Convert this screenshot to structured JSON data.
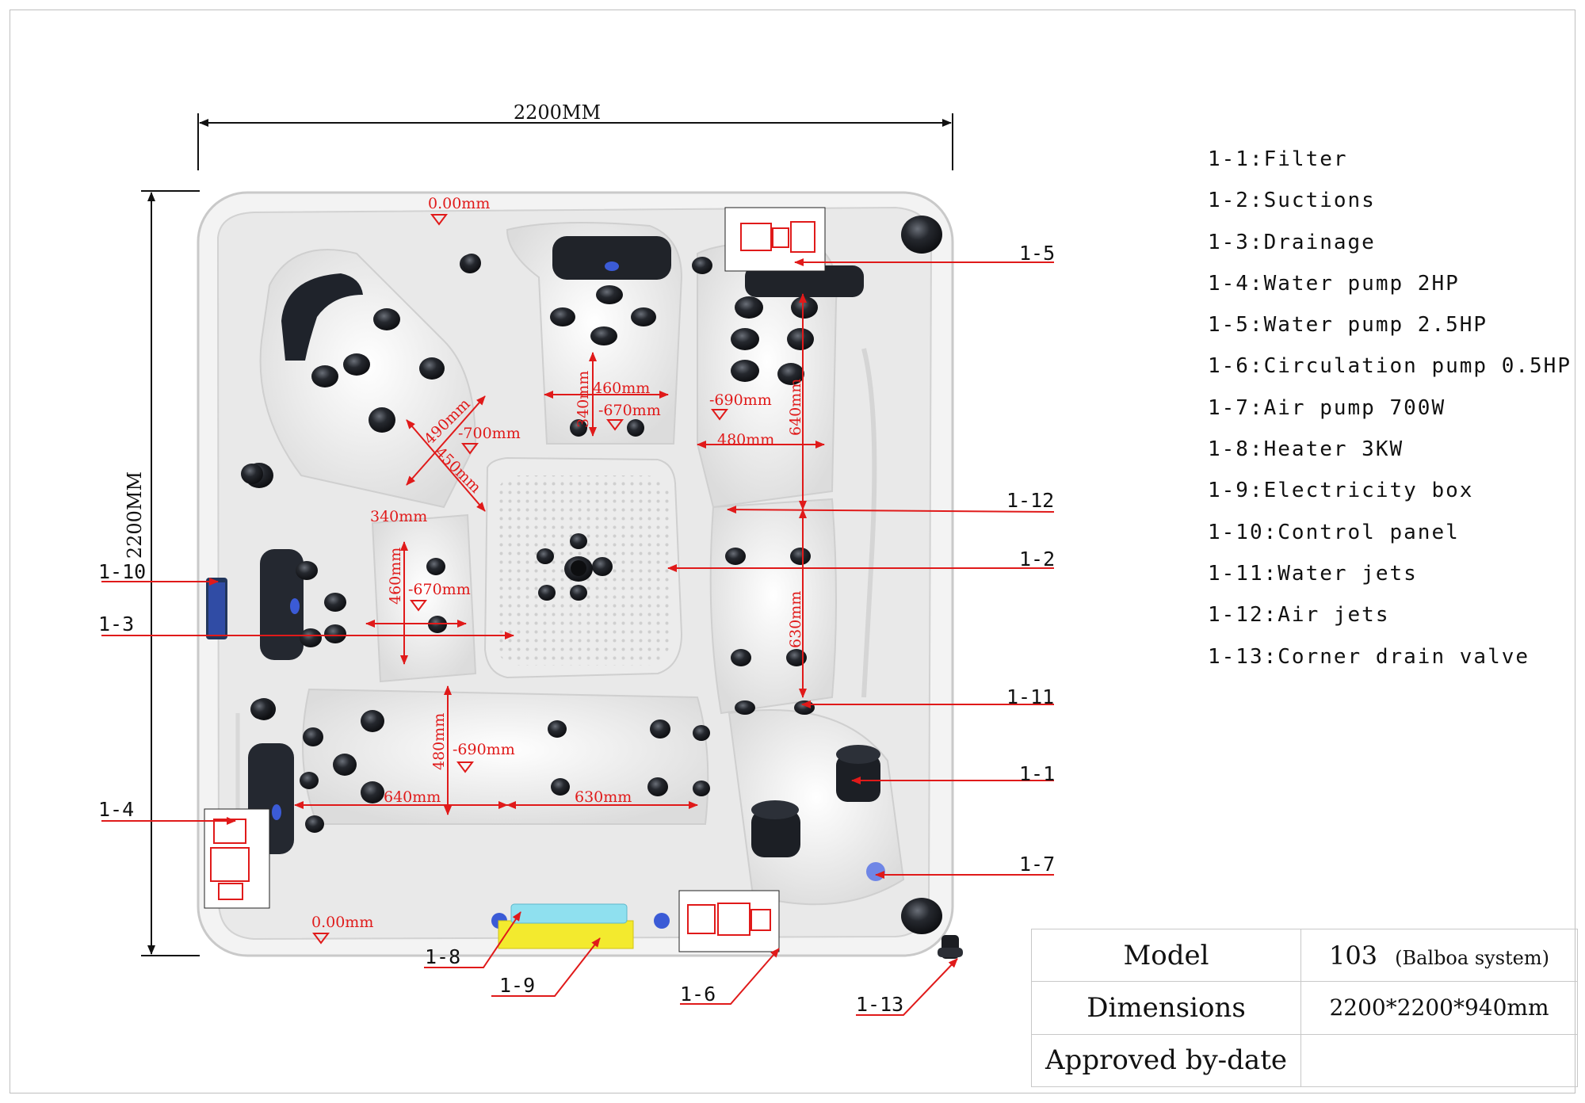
{
  "dimensions": {
    "width_label": "2200MM",
    "height_label": "2200MM"
  },
  "measurements": [
    "0.00mm",
    "0.00mm",
    "460mm",
    "340mm",
    "-670mm",
    "-690mm",
    "640mm",
    "480mm",
    "490mm",
    "450mm",
    "-700mm",
    "340mm",
    "460mm",
    "-670mm",
    "630mm",
    "480mm",
    "-690mm",
    "640mm",
    "630mm"
  ],
  "callouts": [
    "1-1",
    "1-2",
    "1-3",
    "1-4",
    "1-5",
    "1-6",
    "1-7",
    "1-8",
    "1-9",
    "1-10",
    "1-11",
    "1-12",
    "1-13"
  ],
  "legend": [
    "1-1:Filter",
    "1-2:Suctions",
    "1-3:Drainage",
    "1-4:Water pump 2HP",
    "1-5:Water pump 2.5HP",
    "1-6:Circulation pump 0.5HP",
    "1-7:Air pump 700W",
    "1-8:Heater 3KW",
    "1-9:Electricity box",
    "1-10:Control panel",
    "1-11:Water jets",
    "1-12:Air jets",
    "1-13:Corner drain valve"
  ],
  "info_table": {
    "model_label": "Model",
    "model_value": "103",
    "model_note": "(Balboa system)",
    "dimensions_label": "Dimensions",
    "dimensions_value": "2200*2200*940mm",
    "approved_label": "Approved by-date",
    "approved_value": ""
  },
  "colors": {
    "annotation": "#e01a1a",
    "jet": "#1a1d22",
    "shell": "#eeeeee",
    "heater": "#8fe0ef",
    "electricity_box": "#f3ea2e",
    "accent_blue": "#3b5bd6"
  }
}
